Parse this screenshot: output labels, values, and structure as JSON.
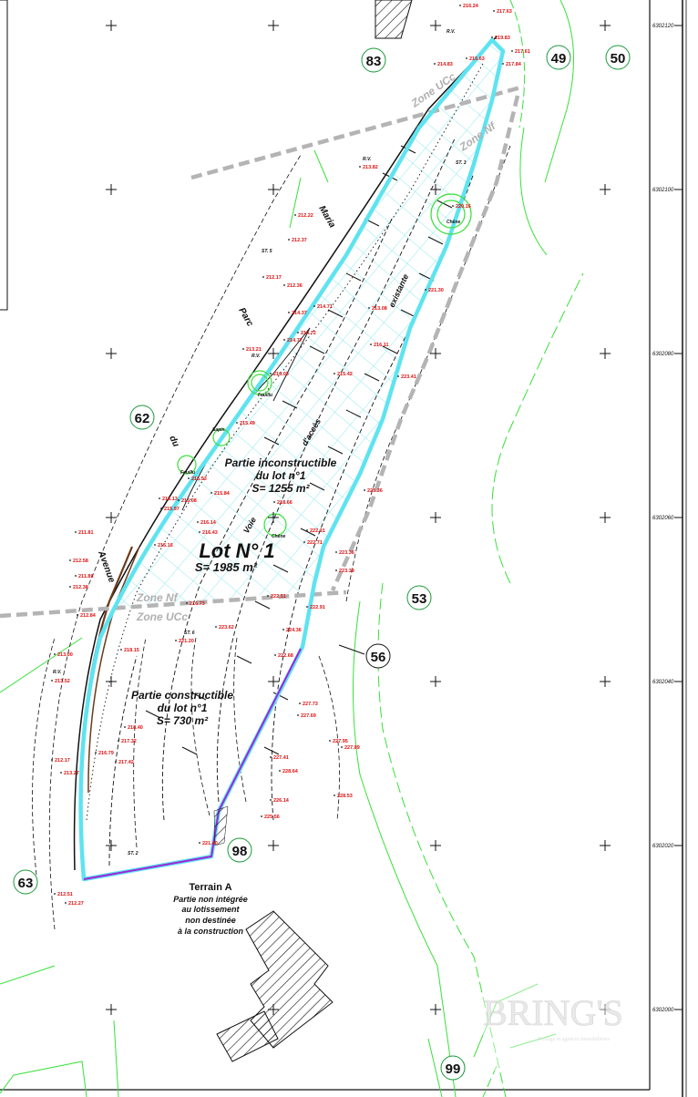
{
  "map": {
    "lot": {
      "title": "Lot N° 1",
      "area": "S= 1985 m²"
    },
    "inconstructible": {
      "line1": "Partie inconstructible",
      "line2": "du lot n°1",
      "area": "S= 1255 m²"
    },
    "constructible": {
      "line1": "Partie constructible",
      "line2": "du lot n°1",
      "area": "S= 730 m²"
    },
    "terrain": {
      "title": "Terrain A",
      "line1": "Partie non intégrée",
      "line2": "au lotissement",
      "line3": "non destinée",
      "line4": "à la construction"
    },
    "streets": {
      "avenue": "Avenue",
      "du": "du",
      "parc": "Parc",
      "maria": "Maria",
      "voie": "Voie",
      "acces": "d'accès",
      "existante": "existante"
    },
    "zones": {
      "top_uc": "Zone UCc",
      "top_nf": "Zone Nf",
      "bottom_nf": "Zone Nf",
      "bottom_uc": "Zone UCc"
    },
    "parcels": [
      "83",
      "49",
      "50",
      "62",
      "53",
      "56",
      "98",
      "63",
      "99"
    ],
    "trees": {
      "chene1": "Chêne",
      "chene2": "Chêne",
      "feuillu1": "Feuillu",
      "feuillu2": "Feuillu",
      "sapin": "Sapin"
    },
    "stations": {
      "st5": "ST. 5",
      "st3": "ST. 3",
      "st2": "ST. 2",
      "st6": "ST. 6",
      "rv1": "R.V.",
      "rv2": "R.V.",
      "rv3": "R.V.",
      "rv4": "R.V."
    },
    "grid_coords": [
      "6302120",
      "6302100",
      "6302080",
      "6302060",
      "6302040",
      "6302020",
      "6302000"
    ],
    "elevations": [
      "219.83",
      "217.84",
      "217.61",
      "215.63",
      "214.83",
      "213.82",
      "212.22",
      "212.37",
      "212.17",
      "212.36",
      "214.37",
      "214.71",
      "214.72",
      "214.77",
      "215.42",
      "213.21",
      "213.08",
      "216.11",
      "216.03",
      "215.49",
      "215.53",
      "215.84",
      "216.14",
      "215.97",
      "215.08",
      "216.13",
      "215.16",
      "216.43",
      "216.73",
      "218.66",
      "222.31",
      "222.71",
      "223.36",
      "223.39",
      "222.51",
      "222.91",
      "224.36",
      "223.62",
      "222.68",
      "221.20",
      "218.15",
      "217.32",
      "216.79",
      "217.42",
      "218.40",
      "221.40",
      "225.56",
      "226.14",
      "227.73",
      "227.69",
      "227.41",
      "228.64",
      "227.95",
      "227.89",
      "228.53",
      "211.81",
      "212.58",
      "211.89",
      "212.38",
      "212.84",
      "213.00",
      "213.52",
      "212.17",
      "213.27",
      "212.51",
      "212.27",
      "216.24",
      "217.63",
      "220.16",
      "221.30",
      "223.41",
      "225.36"
    ]
  },
  "watermark": {
    "brand": "BRING'S",
    "tagline": "Prestige et agences immobilières"
  },
  "colors": {
    "lot_boundary": "#5fe3f0",
    "hatch": "#8fe8ef",
    "non_integree": "#9b27d9",
    "zone_line": "#b4b4b4",
    "parcel_ring": "#1a9a3a",
    "vegetation": "#39e03a",
    "elevation": "#e01010",
    "road_edge": "#6b3a1a"
  }
}
